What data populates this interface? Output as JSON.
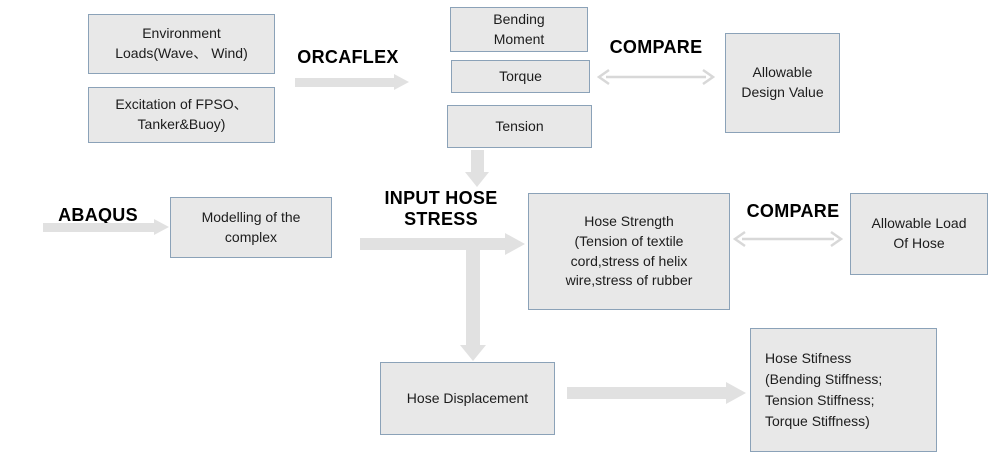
{
  "colors": {
    "box_fill": "#e8e8e8",
    "box_border": "#8ba2b8",
    "arrow_fill": "#e1e1e1",
    "double_arrow_color": "#d8d8d8",
    "text_color": "#1c1c1c",
    "label_color": "#000000"
  },
  "boxes": {
    "env_loads": "Environment\nLoads(Wave、 Wind)",
    "excitation": "Excitation of FPSO、\nTanker&Buoy)",
    "bending_moment": "Bending\nMoment",
    "torque": "Torque",
    "tension": "Tension",
    "allowable_design": "Allowable\nDesign Value",
    "modelling": "Modelling of the\ncomplex",
    "hose_strength": "Hose Strength\n(Tension of textile\ncord,stress of helix\nwire,stress of rubber",
    "allowable_load": "Allowable Load\nOf Hose",
    "hose_displacement": "Hose Displacement",
    "hose_stifness": "Hose Stifness\n(Bending Stiffness;\nTension Stiffness;\nTorque Stiffness)"
  },
  "labels": {
    "orcaflex": "ORCAFLEX",
    "compare_top": "COMPARE",
    "abaqus": "ABAQUS",
    "input_hose_stress": "INPUT HOSE\nSTRESS",
    "compare_mid": "COMPARE"
  },
  "arrows": {
    "orcaflex_arrow": "right-block-arrow",
    "abaqus_arrow": "right-block-arrow",
    "tension_down_arrow": "down-block-arrow",
    "input_hose_arrow": "right-block-arrow",
    "branch_down_arrow": "down-block-arrow",
    "hose_displacement_arrow": "right-block-arrow",
    "compare_top_arrow": "double-headed-arrow",
    "compare_mid_arrow": "double-headed-arrow"
  }
}
